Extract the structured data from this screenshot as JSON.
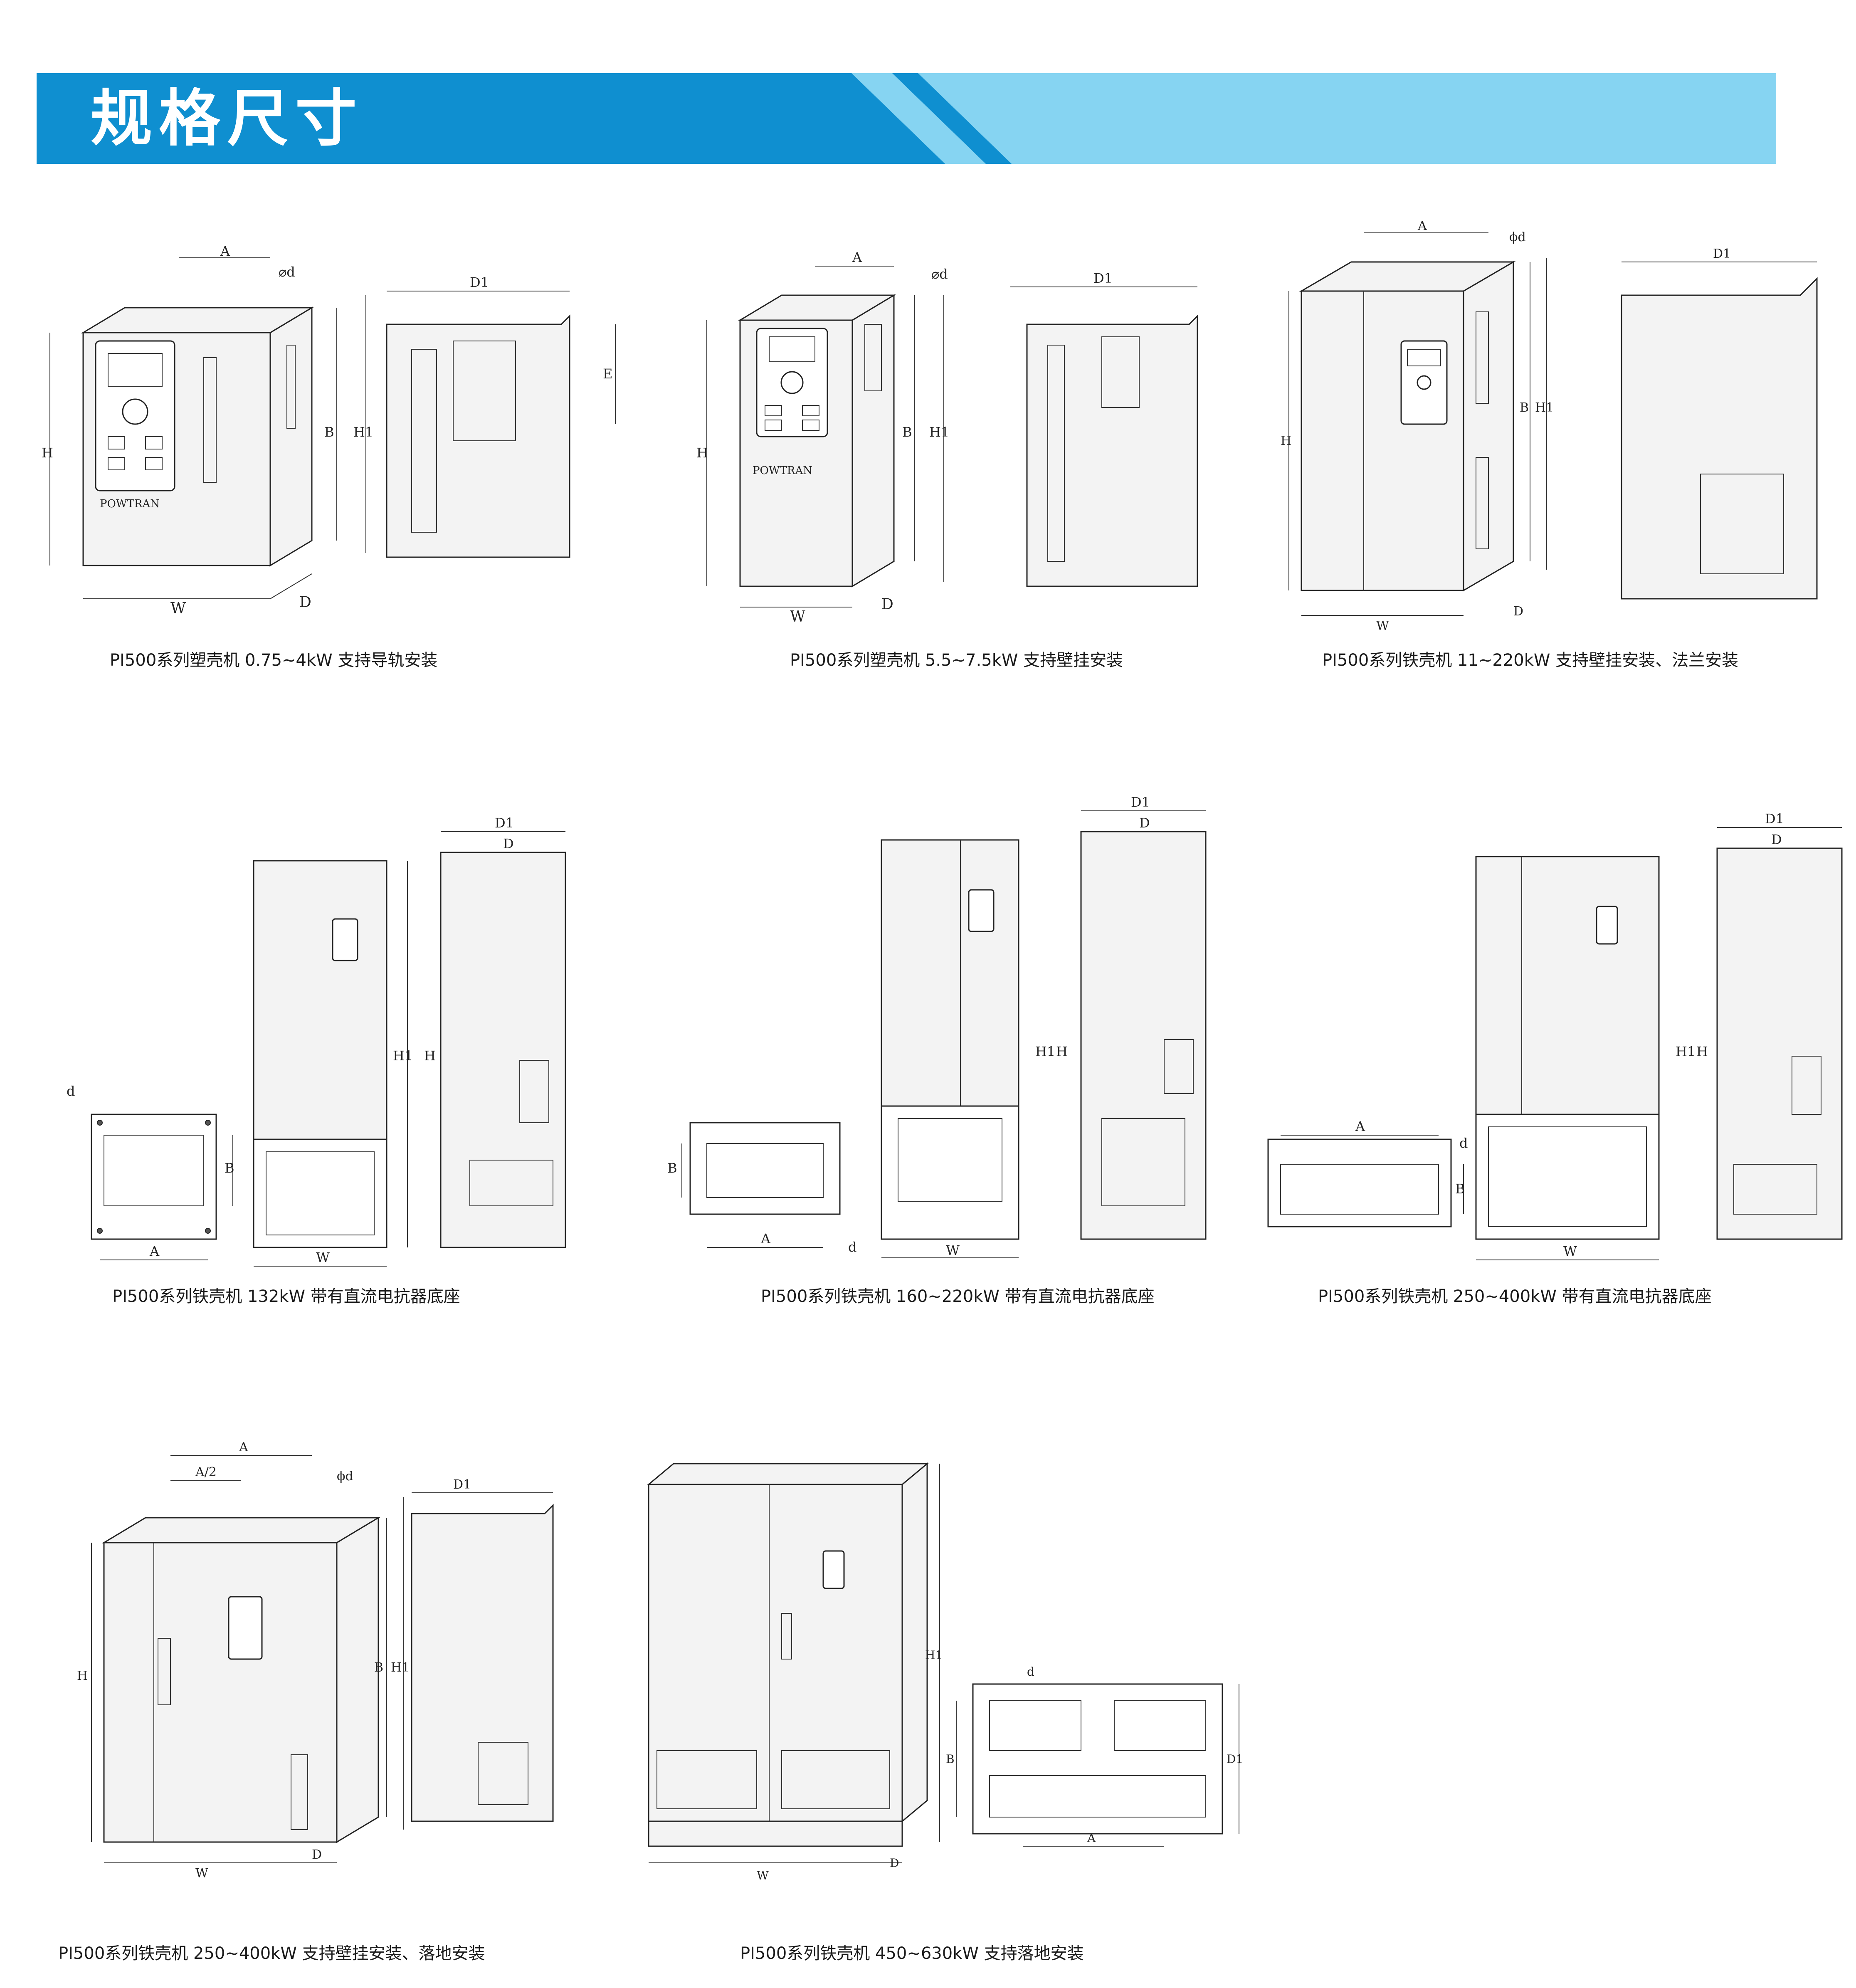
{
  "banner": {
    "title": "规格尺寸",
    "colors": {
      "dark": "#0f8fd0",
      "light": "#86d4f2"
    }
  },
  "figures": [
    {
      "caption": "PI500系列塑壳机 0.75~4kW 支持导轨安装",
      "front_labels": {
        "a": "A",
        "phi": "⌀d",
        "h": "H",
        "b": "B",
        "h1": "H1",
        "w": "W",
        "d": "D",
        "brand": "POWTRAN"
      },
      "side_labels": {
        "d1": "D1",
        "e": "E"
      }
    },
    {
      "caption": "PI500系列塑壳机 5.5~7.5kW 支持壁挂安装",
      "front_labels": {
        "a": "A",
        "phi": "⌀d",
        "h": "H",
        "b": "B",
        "h1": "H1",
        "w": "W",
        "d": "D",
        "brand": "POWTRAN"
      },
      "side_labels": {
        "d1": "D1"
      }
    },
    {
      "caption": "PI500系列铁壳机 11~220kW 支持壁挂安装、法兰安装",
      "front_labels": {
        "a": "A",
        "phi": "ϕd",
        "h": "H",
        "b": "B",
        "h1": "H1",
        "w": "W",
        "d": "D"
      },
      "side_labels": {
        "d1": "D1"
      }
    },
    {
      "caption": "PI500系列铁壳机 132kW 带有直流电抗器底座",
      "base_labels": {
        "d": "d",
        "b": "B",
        "a": "A"
      },
      "front_labels": {
        "w": "W",
        "h1": "H1",
        "h": "H"
      },
      "side_labels": {
        "d1": "D1",
        "d": "D"
      }
    },
    {
      "caption": "PI500系列铁壳机 160~220kW 带有直流电抗器底座",
      "base_labels": {
        "b": "B",
        "a": "A",
        "d": "d"
      },
      "front_labels": {
        "w": "W",
        "h1": "H1",
        "h": "H"
      },
      "side_labels": {
        "d1": "D1",
        "d": "D"
      }
    },
    {
      "caption": "PI500系列铁壳机 250~400kW 带有直流电抗器底座",
      "base_labels": {
        "a": "A",
        "d": "d",
        "b": "B"
      },
      "front_labels": {
        "w": "W",
        "h1": "H1",
        "h": "H"
      },
      "side_labels": {
        "d1": "D1",
        "d": "D"
      }
    },
    {
      "caption": "PI500系列铁壳机 250~400kW 支持壁挂安装、落地安装",
      "front_labels": {
        "a": "A",
        "a_half": "A/2",
        "phi": "ϕd",
        "h": "H",
        "b": "B",
        "h1": "H1",
        "w": "W",
        "d": "D"
      },
      "side_labels": {
        "d1": "D1"
      }
    },
    {
      "caption": "PI500系列铁壳机 450~630kW 支持落地安装",
      "front_labels": {
        "h1": "H1",
        "w": "W",
        "d": "D"
      },
      "base_labels": {
        "d": "d",
        "b": "B",
        "d1": "D1",
        "a": "A"
      }
    }
  ]
}
